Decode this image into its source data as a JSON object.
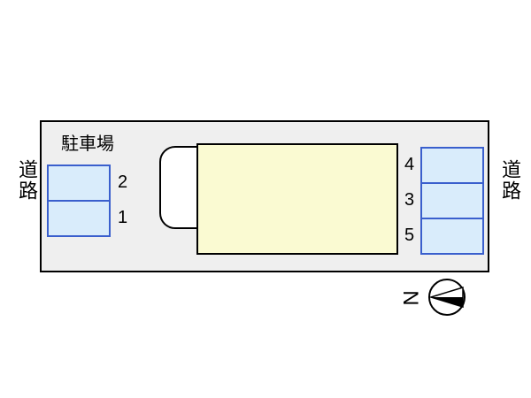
{
  "plan": {
    "title": "駐車場",
    "road_left": "道路",
    "road_right": "道路",
    "left_spaces": [
      "2",
      "1"
    ],
    "right_spaces": [
      "4",
      "3",
      "5"
    ],
    "compass_letter": "N"
  },
  "colors": {
    "plan_background": "#efefef",
    "space_fill": "#d9ecfb",
    "space_border": "#3a5fcd",
    "building_fill": "#fafad2",
    "outline": "#000000"
  }
}
